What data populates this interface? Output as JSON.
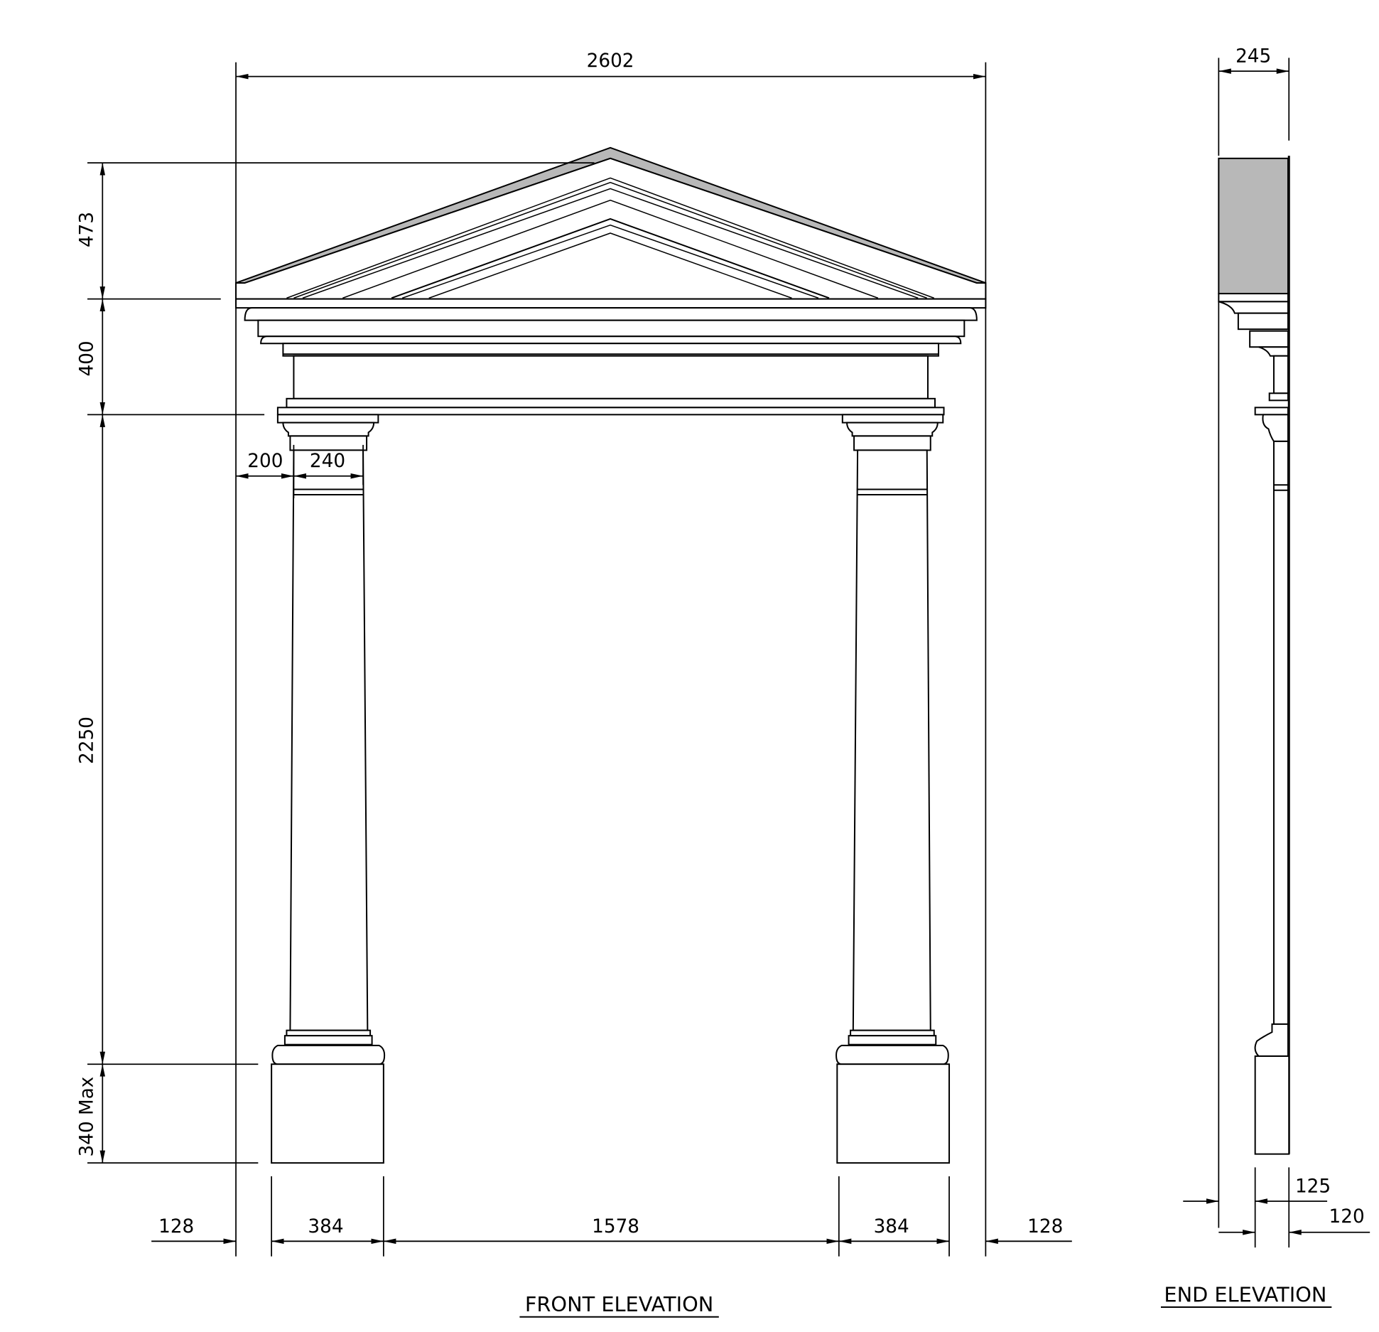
{
  "front_elevation": {
    "title": "FRONT ELEVATION",
    "dimensions": {
      "overall_width": "2602",
      "pediment_height": "473",
      "entablature_height": "400",
      "column_height": "2250",
      "plinth_height": "340 Max",
      "capital_projection": "200",
      "shaft_width": "240",
      "side_left": "128",
      "pedestal_left": "384",
      "opening": "1578",
      "pedestal_right": "384",
      "side_right": "128"
    }
  },
  "end_elevation": {
    "title": "END ELEVATION",
    "dimensions": {
      "depth": "245",
      "pedestal_depth": "125",
      "shaft_depth": "120"
    }
  },
  "colors": {
    "line": "#000000",
    "fill_gray": "#b8b8b8",
    "background": "#ffffff"
  }
}
